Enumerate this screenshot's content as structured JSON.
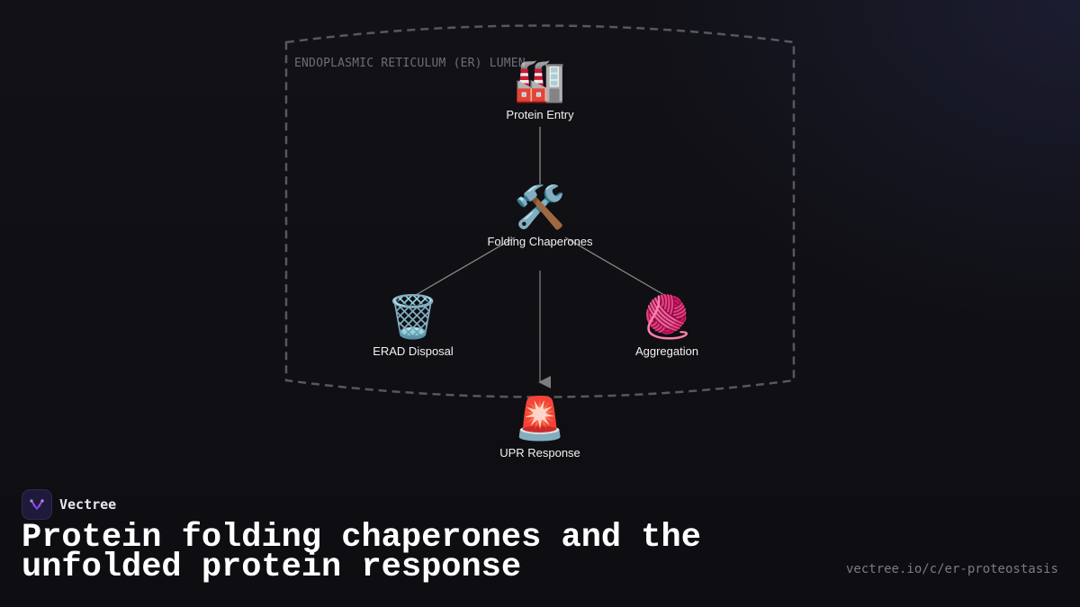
{
  "region": {
    "label": "ENDOPLASMIC RETICULUM (ER) LUMEN"
  },
  "nodes": {
    "protein_entry": {
      "icon": "factory-icon",
      "glyph": "🏭",
      "label": "Protein Entry"
    },
    "folding_chaperones": {
      "icon": "hammer-and-wrench-icon",
      "glyph": "🛠️",
      "label": "Folding Chaperones"
    },
    "erad_disposal": {
      "icon": "wastebasket-icon",
      "glyph": "🗑️",
      "label": "ERAD Disposal"
    },
    "aggregation": {
      "icon": "yarn-ball-icon",
      "glyph": "🧶",
      "label": "Aggregation"
    },
    "upr_response": {
      "icon": "siren-light-icon",
      "glyph": "🚨",
      "label": "UPR Response"
    }
  },
  "edges": [
    {
      "from": "protein_entry",
      "to": "folding_chaperones"
    },
    {
      "from": "folding_chaperones",
      "to": "erad_disposal"
    },
    {
      "from": "folding_chaperones",
      "to": "aggregation"
    },
    {
      "from": "folding_chaperones",
      "to": "upr_response",
      "arrow": true
    }
  ],
  "brand": {
    "name": "Vectree",
    "logo_icon": "vectree-logo-icon"
  },
  "headline": "Protein folding chaperones and the unfolded protein response",
  "url": "vectree.io/c/er-proteostasis",
  "colors": {
    "background": "#0f0f13",
    "edge": "#8a8a8a",
    "region_border": "#5a5a5e",
    "text": "#ffffff",
    "muted": "#7a7a80",
    "logo_bg": "#1e1b3a",
    "logo_accent": "#a855f7"
  }
}
